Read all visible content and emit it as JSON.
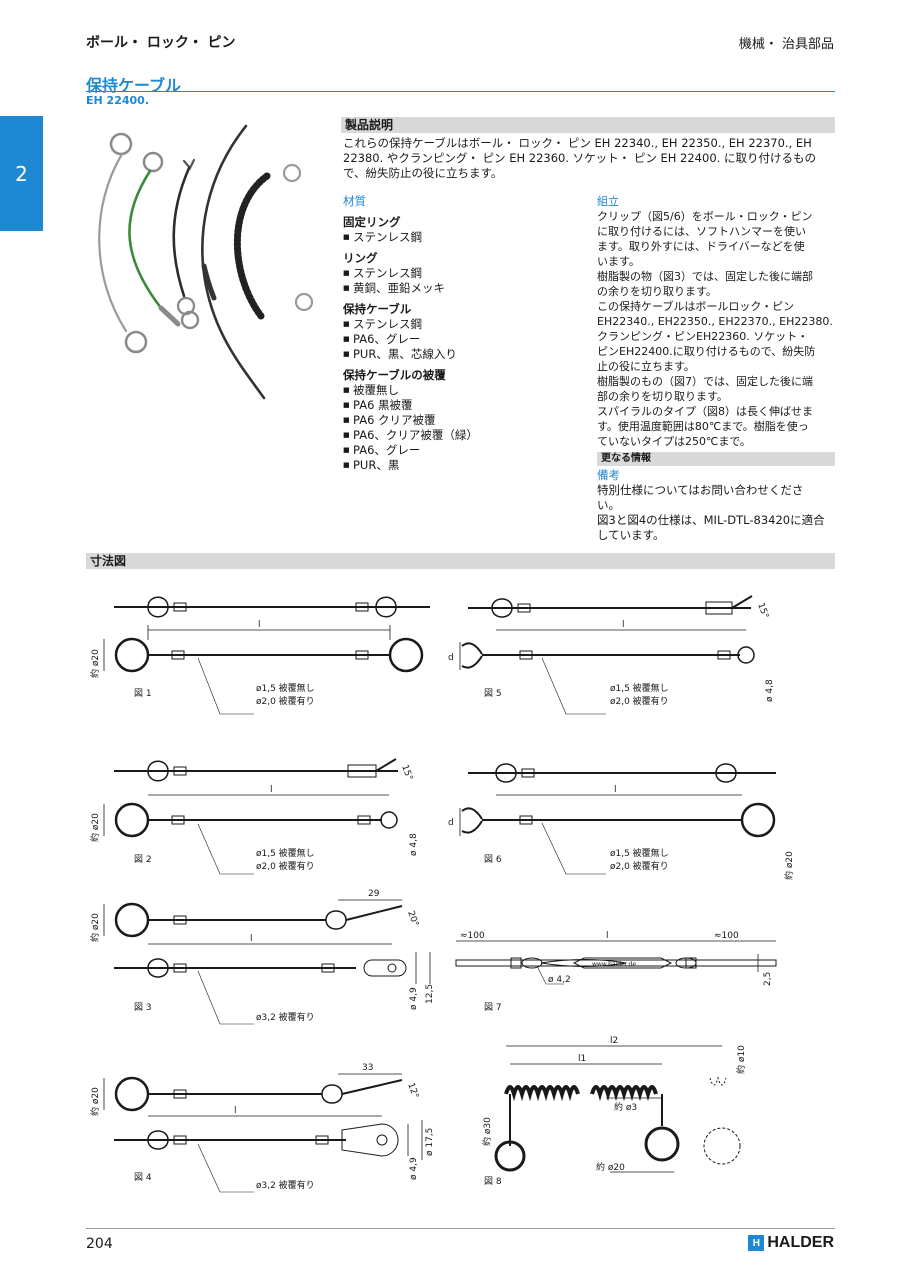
{
  "header": {
    "section": "ボール・ ロック・ ピン",
    "category": "機械・ 治具部品"
  },
  "title": "保持ケーブル",
  "code": "EH 22400.",
  "tab": "2",
  "product": {
    "heading": "製品説明",
    "text": "これらの保持ケーブルはボール・ ロック・ ピン EH 22340., EH 22350., EH 22370., EH 22380. やクランピング・ ピン EH 22360. ソケット・ ピン EH 22400. に取り付けるもので、紛失防止の役に立ちます。"
  },
  "materials": {
    "heading": "材質",
    "groups": [
      {
        "title": "固定リング",
        "items": [
          "ステンレス鋼"
        ]
      },
      {
        "title": "リング",
        "items": [
          "ステンレス鋼",
          "黄銅、亜鉛メッキ"
        ]
      },
      {
        "title": "保持ケーブル",
        "items": [
          "ステンレス鋼",
          "PA6、グレー",
          "PUR、黒、芯線入り"
        ]
      },
      {
        "title": "保持ケーブルの被覆",
        "items": [
          "被覆無し",
          "PA6 黒被覆",
          "PA6 クリア被覆",
          "PA6、クリア被覆（緑）",
          "PA6、グレー",
          "PUR、黒"
        ]
      }
    ]
  },
  "assembly": {
    "heading": "組立",
    "lines": [
      "クリップ（図5/6）をボール・ロック・ピン",
      "に取り付けるには、ソフトハンマーを使い",
      "ます。取り外すには、ドライバーなどを使",
      "います。",
      "樹脂製の物（図3）では、固定した後に端部",
      "の余りを切り取ります。",
      "この保持ケーブルはボールロック・ピン",
      "EH22340., EH22350., EH22370., EH22380.",
      "クランピング・ピンEH22360. ソケット・",
      "ピンEH22400.に取り付けるもので、紛失防",
      "止の役に立ちます。",
      "樹脂製のもの（図7）では、固定した後に端",
      "部の余りを切り取ります。",
      "スパイラルのタイプ（図8）は長く伸ばせま",
      "す。使用温度範囲は80℃まで。樹脂を使っ",
      "ていないタイプは250℃まで。"
    ]
  },
  "more": {
    "heading": "更なる情報",
    "note_title": "備考",
    "lines": [
      "特別仕様についてはお問い合わせくださ",
      "い。",
      "図3と図4の仕様は、MIL-DTL-83420に適合",
      "しています。"
    ]
  },
  "dimensions": {
    "heading": "寸法図",
    "figs": [
      "図 1",
      "図 2",
      "図 3",
      "図 4",
      "図 5",
      "図 6",
      "図 7",
      "図 8"
    ],
    "len": "l",
    "len1": "l1",
    "len2": "l2",
    "d": "d",
    "ring20": "約 ø20",
    "ring30": "約 ø30",
    "ring10": "約 ø10",
    "dia3": "約 ø3",
    "dia20b": "約 ø20",
    "dia48": "ø 4,8",
    "dia49": "ø 4,9",
    "dia175": "ø 17,5",
    "h125": "12,5",
    "h25": "2,5",
    "dia42": "ø 4,2",
    "ang15": "15°",
    "ang20": "20°",
    "ang12": "12°",
    "w29": "29",
    "w33": "33",
    "e100l": "≈100",
    "e100r": "≈100",
    "www": "www.halder.de",
    "cable_a": "ø1,5 被覆無し",
    "cable_b": "ø2,0 被覆有り",
    "cable_c": "ø3,2 被覆有り"
  },
  "footer": {
    "page": "204",
    "brand": "HALDER",
    "mark": "H"
  }
}
